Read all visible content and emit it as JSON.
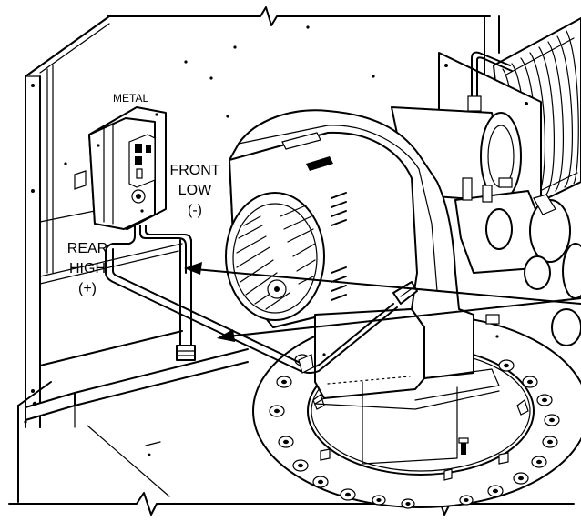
{
  "labels": {
    "metal": "METAL",
    "front_line1": "FRONT",
    "front_line2": "LOW",
    "front_line3": "(-)",
    "rear_line1": "REAR",
    "rear_line2": "HIGH",
    "rear_line3": "(+)"
  },
  "colors": {
    "line": "#000000",
    "background": "#ffffff",
    "shade": "#e9e9e9"
  },
  "icons": [
    "pressure-switch-icon",
    "blower-fan-icon",
    "burner-flange-icon",
    "gas-valve-icon",
    "flex-duct-icon"
  ]
}
